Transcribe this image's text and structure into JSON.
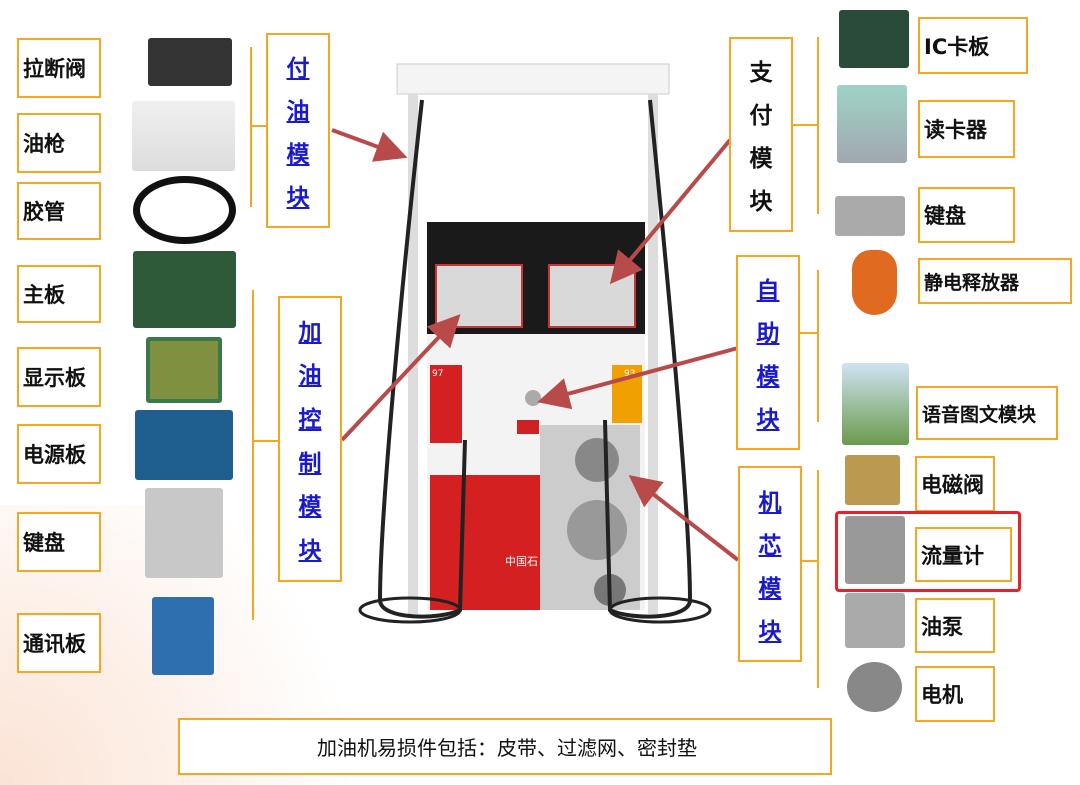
{
  "left_labels": [
    "拉断阀",
    "油枪",
    "胶管",
    "主板",
    "显示板",
    "电源板",
    "键盘",
    "通讯板"
  ],
  "modules": {
    "fuel_delivery": [
      "付",
      "油",
      "模",
      "块"
    ],
    "fuel_control": [
      "加",
      "油",
      "控",
      "制",
      "模",
      "块"
    ],
    "payment": [
      "支",
      "付",
      "模",
      "块"
    ],
    "self_service": [
      "自",
      "助",
      "模",
      "块"
    ],
    "core": [
      "机",
      "芯",
      "模",
      "块"
    ]
  },
  "right_labels": [
    "IC卡板",
    "读卡器",
    "键盘",
    "静电释放器",
    "语音图文模块",
    "电磁阀",
    "流量计",
    "油泵",
    "电机"
  ],
  "pump": {
    "grade_left": "97",
    "grade_right": "93",
    "brand": "中国石"
  },
  "footer": "加油机易损件包括：皮带、过滤网、密封垫",
  "colors": {
    "accent": "#f5a623",
    "arrow": "#b84a4a",
    "highlight": "#e8202a",
    "link": "#1a1acc"
  }
}
